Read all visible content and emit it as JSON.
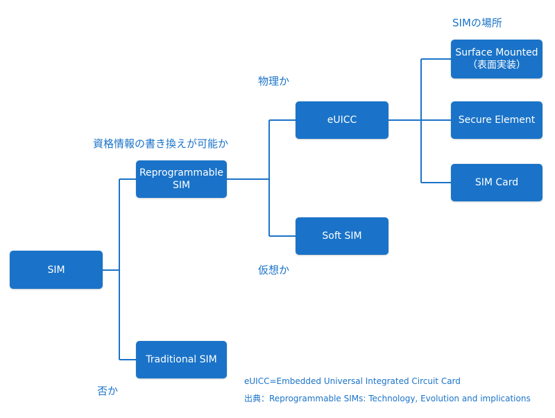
{
  "nodes": {
    "sim": "SIM",
    "reprogrammable": [
      "Reprogrammable",
      "SIM"
    ],
    "traditional": "Traditional SIM",
    "euicc": "eUICC",
    "soft_sim": "Soft SIM",
    "surface_mounted": [
      "Surface Mounted",
      "（表面実装）"
    ],
    "secure_element": "Secure Element",
    "sim_card": "SIM Card"
  },
  "labels": {
    "rewritable": "資格情報の書き換えが可能か",
    "no": "否か",
    "physical": "物理か",
    "virtual": "仮想か",
    "location": "SIMの場所"
  },
  "footnotes": {
    "definition": "eUICC=Embedded Universal Integrated Circuit Card",
    "source": "出典：Reprogrammable SIMs: Technology, Evolution and implications"
  },
  "colors": {
    "node_fill": "#1a73c8",
    "line": "#1a73c8",
    "label_text": "#1a73c8"
  }
}
